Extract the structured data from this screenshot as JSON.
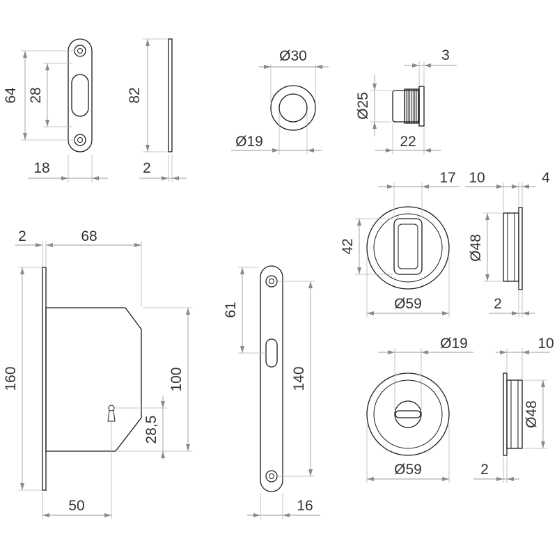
{
  "drawing": {
    "dimensions": {
      "strike_height": "64",
      "strike_slot": "28",
      "strike_width": "18",
      "side_height": "82",
      "side_thickness": "2",
      "knob_outer": "Ø30",
      "knob_inner": "Ø19",
      "knob_side_dia": "Ø25",
      "knob_side_flange": "3",
      "knob_side_len": "22",
      "lock_faceplate_thk": "2",
      "lock_width": "68",
      "lock_height": "160",
      "lock_body_height": "100",
      "lock_keyhole": "28,5",
      "lock_backset": "50",
      "faceplate_upper": "61",
      "faceplate_length": "140",
      "faceplate_width": "16",
      "pull_slot_width": "17",
      "pull_slot_height": "42",
      "pull_outer": "Ø59",
      "pull_side_depth": "10",
      "pull_side_flange": "4",
      "pull_side_dia": "Ø48",
      "pull_side_thk": "2",
      "privacy_turn": "Ø19",
      "privacy_outer": "Ø59",
      "privacy_side_depth": "10",
      "privacy_side_dia": "Ø48",
      "privacy_side_thk": "2"
    }
  }
}
